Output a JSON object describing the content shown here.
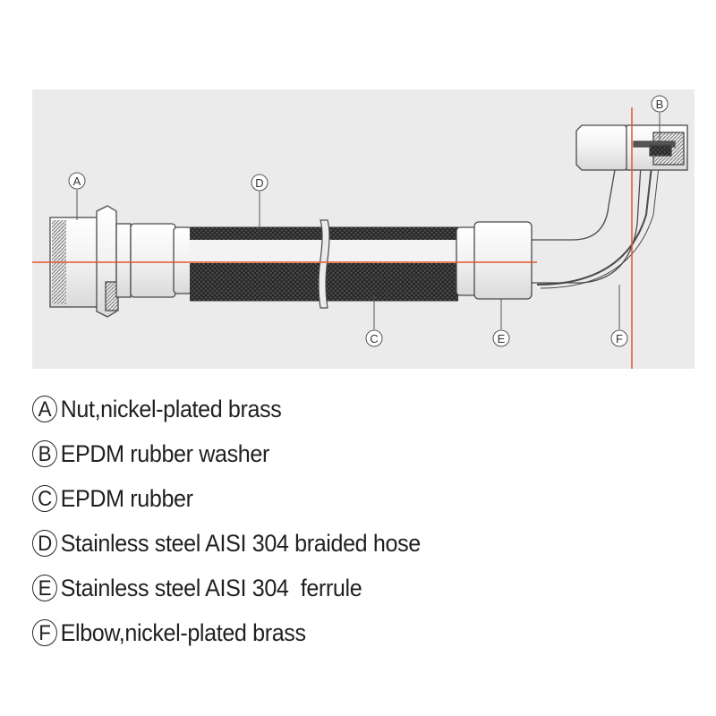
{
  "diagram": {
    "callouts": [
      {
        "id": "A"
      },
      {
        "id": "B"
      },
      {
        "id": "C"
      },
      {
        "id": "D"
      },
      {
        "id": "E"
      },
      {
        "id": "F"
      }
    ],
    "colors": {
      "background": "#ebebeb",
      "outline": "#4a4a4a",
      "centerline": "#e2572a",
      "braid": "#3a3a3a"
    }
  },
  "legend": {
    "items": [
      {
        "letter": "A",
        "text": "Nut,nickel-plated brass"
      },
      {
        "letter": "B",
        "text": "EPDM rubber washer"
      },
      {
        "letter": "C",
        "text": "EPDM rubber"
      },
      {
        "letter": "D",
        "text": "Stainless steel AISI 304 braided hose"
      },
      {
        "letter": "E",
        "text": "Stainless steel AISI 304  ferrule"
      },
      {
        "letter": "F",
        "text": "Elbow,nickel-plated brass"
      }
    ]
  }
}
